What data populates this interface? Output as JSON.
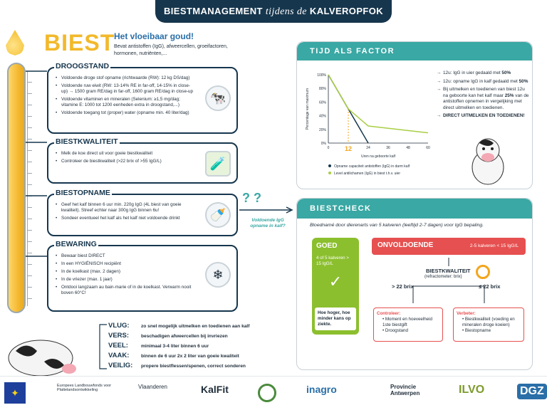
{
  "title": {
    "main": "BIESTMANAGEMENT",
    "mid": "tijdens de",
    "end": "KALVEROPFOK"
  },
  "biest": {
    "big": "BIEST",
    "heading": "Het vloeibaar goud!",
    "sub": "Bevat antistoffen (IgG), afweercellen, groeifactoren, hormonen, nutriënten,..."
  },
  "sections": {
    "droogstand": {
      "title": "DROOGSTAND",
      "items": [
        "Voldoende droge stof opname (richtwaarde (RW): 12 kg DS/dag)",
        "Voldoende ruw eiwit (RW: 13-14% RE in far-off, 14-15% in close-up) → 1500 gram RE/dag in far-off, 1600 gram RE/dag in close-up",
        "Voldoende vitaminen en mineralen (Selenium: ≥1,5 mg/dag; vitamine E: 1000 tot 1200 eenheden extra in droogstand,...)",
        "Voldoende toegang tot (proper) water (opname min. 40 liter/dag)"
      ]
    },
    "kwaliteit": {
      "title": "BIESTKWALITEIT",
      "items": [
        "Melk de koe direct uit voor goeie biestkwaliteit",
        "Controleer de biestkwaliteit (>22 brix of >55 IgG/L)"
      ]
    },
    "opname": {
      "title": "BIESTOPNAME",
      "items": [
        "Geef het kalf binnen 6 uur min. 220g IgG (4L biest van goeie kwaliteit). Streef echter naar 300g IgG binnen 6u!",
        "Sondeer eventueel het kalf als het kalf niet voldoende drinkt"
      ]
    },
    "bewaring": {
      "title": "BEWARING",
      "items": [
        "Bewaar biest DIRECT",
        "In een HYGIËNISCH recipiënt",
        "In de koelkast (max. 2 dagen)",
        "In de vriezer (max. 1 jaar)",
        "Ontdooi langzaam au bain-marie of in de koelkast. Verwarm nooit boven 60°C!"
      ]
    }
  },
  "question_note": "Voldoende IgG opname in kalf?",
  "rules": [
    {
      "k": "VLUG:",
      "v": "zo snel mogelijk uitmelken en toedienen aan kalf"
    },
    {
      "k": "VERS:",
      "v": "beschadigen afweercellen bij invriezen"
    },
    {
      "k": "VEEL:",
      "v": "minimaal 3-4 liter binnen 6 uur"
    },
    {
      "k": "VAAK:",
      "v": "binnen de 6 uur 2x 2 liter van goeie kwaliteit"
    },
    {
      "k": "VEILIG:",
      "v": "propere biestflessen/spenen, correct sonderen"
    }
  ],
  "tijd": {
    "title": "TIJD ALS FACTOR",
    "notes": [
      {
        "b": "→",
        "t1": "12u: IgG in uier gedaald met ",
        "bold": "50%",
        "t2": ""
      },
      {
        "b": "→",
        "t1": "12u: opname IgG in kalf gedaald met ",
        "bold": "50%",
        "t2": ""
      },
      {
        "b": "→",
        "t1": "Bij uitmelken en toedienen van biest 12u na geboorte kan het kalf maar ",
        "bold": "25%",
        "t2": " van de antistoffen opnemen in vergelijking met direct uitmelken en toedienen."
      },
      {
        "b": "→",
        "t1": "",
        "bold": "DIRECT UITMELKEN EN TOEDIENEN!",
        "t2": ""
      }
    ]
  },
  "chart_data": {
    "type": "line",
    "xlabel": "Uren na geboorte kalf",
    "ylabel": "Percentage van maximum",
    "x_ticks": [
      0,
      12,
      24,
      36,
      48,
      60
    ],
    "y_ticks": [
      "0%",
      "20%",
      "40%",
      "60%",
      "80%",
      "100%"
    ],
    "xlim": [
      0,
      60
    ],
    "ylim": [
      0,
      100
    ],
    "highlight_x": 12,
    "series": [
      {
        "name": "Opname capaciteit antistoffen (IgG) in darm kalf",
        "color": "#16364d",
        "x": [
          0,
          12,
          24
        ],
        "y": [
          100,
          50,
          0
        ]
      },
      {
        "name": "Level antilichamen (IgG) in biest t.h.v. uier",
        "color": "#a9cf45",
        "x": [
          0,
          12,
          24,
          60
        ],
        "y": [
          100,
          50,
          25,
          15
        ]
      }
    ],
    "highlight_color": "#f4a51c"
  },
  "check": {
    "title": "BIESTCHECK",
    "subtitle": "Bloednamé door dierenarts van 5 kalveren (leeftijd 2-7 dagen) voor IgG bepaling.",
    "goed": {
      "title": "GOED",
      "text": "4 of 5 kalveren > 15 IgG/L",
      "bottom": "Hoe hoger, hoe minder kans op ziekte."
    },
    "onvoldoende": {
      "title": "ONVOLDOENDE",
      "text": "2-5 kalveren < 15 IgG/L"
    },
    "kwaliteit": {
      "title": "BIESTKWALITEIT",
      "sub": "(refractometer: brix)"
    },
    "high": "> 22 brix",
    "low": "≤ 22 brix",
    "controleer": {
      "title": "Controleer:",
      "items": [
        "Moment en hoeveelheid 1ste biestgift",
        "Droogstand"
      ]
    },
    "verbeter": {
      "title": "Verbeter:",
      "items": [
        "Biestkwaliteit (voeding en mineralen droge koeien)",
        "Biestopname"
      ]
    }
  },
  "logos": [
    "Europees Landbouwfonds voor Plattelandsontwikkeling",
    "Vlaanderen",
    "KalFit",
    "inagro",
    "Provincie Antwerpen",
    "ILVO",
    "DGZ"
  ]
}
